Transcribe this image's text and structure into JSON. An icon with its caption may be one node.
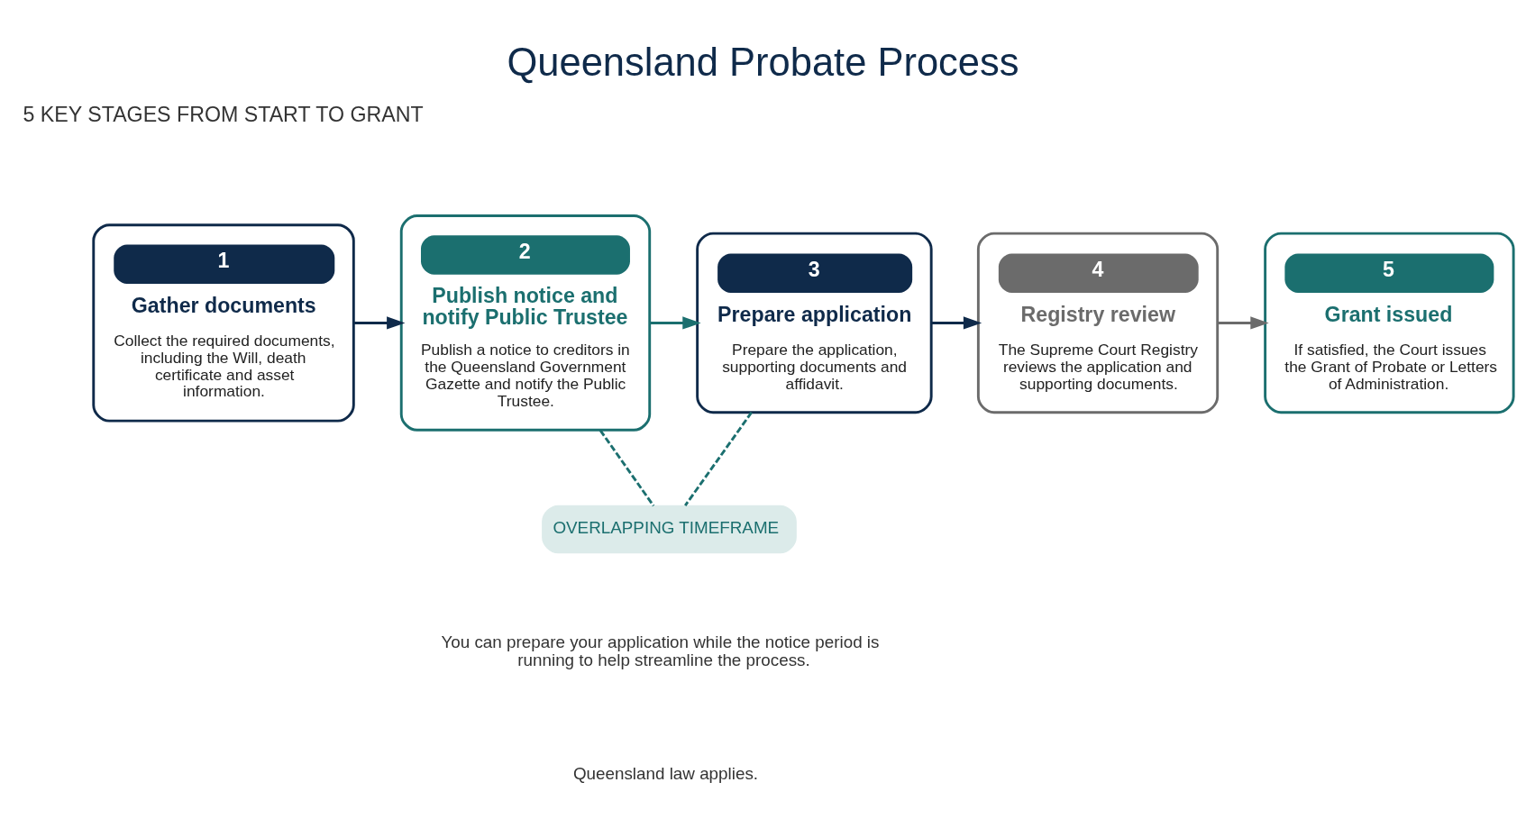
{
  "diagram": {
    "title": "Queensland Probate Process",
    "nodes": [
      {
        "text": [
          "1",
          "Gather documents",
          "Collect the required documents, including the Will, death certificate and asset information."
        ]
      },
      {
        "text": [
          "2",
          "Publish notice and notify Public Trustee",
          "Publish a notice to creditors in the Queensland Government Gazette and notify the Public Trustee."
        ]
      },
      {
        "text": [
          "3",
          "Prepare application",
          "Prepare the application, supporting documents and affidavit."
        ]
      },
      {
        "text": [
          "4",
          "Registry review",
          "The Supreme Court Registry reviews the application and supporting documents."
        ]
      },
      {
        "text": [
          "5",
          "Grant issued",
          "If satisfied, the Court issues the Grant of Probate or Letters of Administration."
        ]
      },
      {
        "text": [
          "OVERLAPPING TIMEFRAME"
        ]
      }
    ],
    "edges": [
      {
        "from": 0,
        "to": 1,
        "arrow": "to"
      },
      {
        "from": 1,
        "to": 2,
        "arrow": "to",
        "color": "#1b6f6f"
      },
      {
        "from": 2,
        "to": 3,
        "arrow": "to"
      },
      {
        "from": 3,
        "to": 4,
        "arrow": "to",
        "color": "#6b6b6b"
      },
      {
        "from": 1,
        "to": 5,
        "arrow": "none",
        "style": "dashed",
        "color": "#1b6f6f"
      },
      {
        "from": 2,
        "to": 5,
        "arrow": "none",
        "style": "dashed",
        "color": "#1b6f6f"
      }
    ],
    "labels": [
      "5 KEY STAGES FROM START TO GRANT",
      "You can prepare your application while the notice period is running to help streamline the process.",
      "Queensland law applies."
    ]
  }
}
